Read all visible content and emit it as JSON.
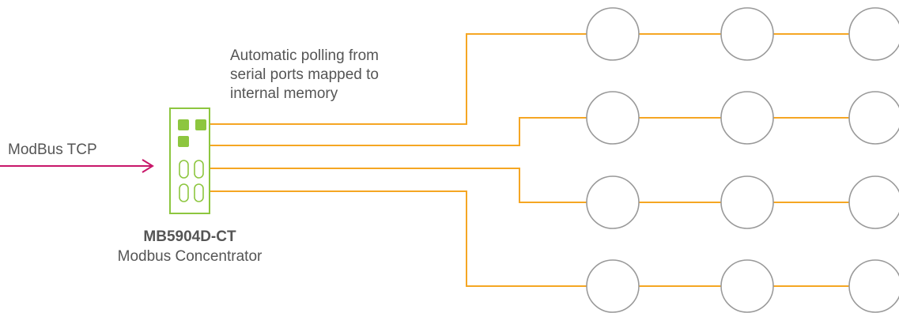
{
  "input": {
    "label": "ModBus TCP"
  },
  "annotation": {
    "lines": [
      "Automatic polling from",
      "serial ports mapped to",
      "internal memory"
    ]
  },
  "device": {
    "model": "MB5904D-CT",
    "description": "Modbus Concentrator"
  },
  "network": {
    "serial_lines": 4,
    "nodes_per_line": 3
  },
  "colors": {
    "arrow": "#c8176a",
    "device": "#8dc63f",
    "wires": "#f5a623",
    "nodes": "#999999",
    "text": "#555555"
  }
}
